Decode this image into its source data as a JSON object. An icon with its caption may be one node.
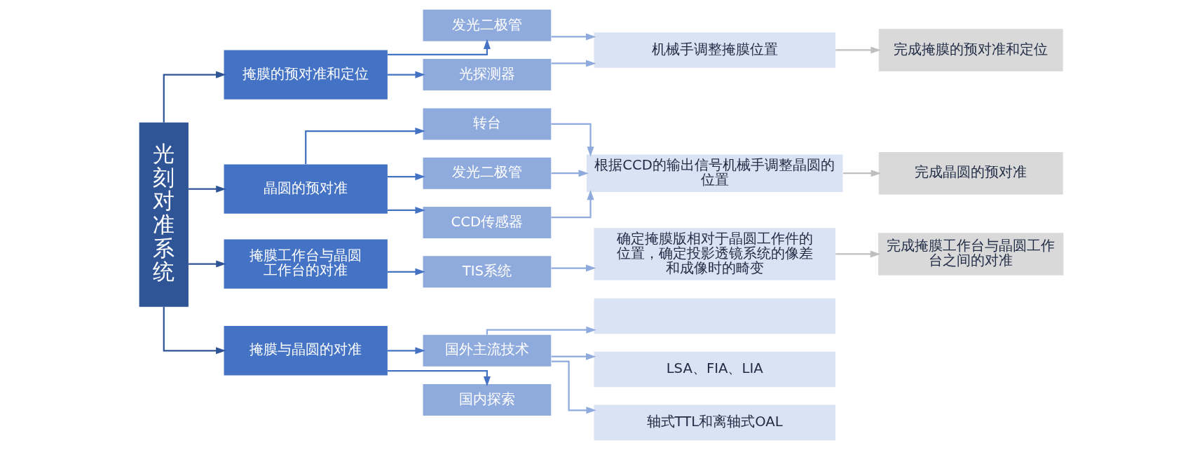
{
  "diagram": {
    "nodes": [
      {
        "text": [
          "光刻对准系统"
        ]
      },
      {
        "text": [
          "掩膜的预对准和定位"
        ]
      },
      {
        "text": [
          "发光二极管"
        ]
      },
      {
        "text": [
          "光探测器"
        ]
      },
      {
        "text": [
          "机械手调整掩膜位置"
        ]
      },
      {
        "text": [
          "完成掩膜的预对准和定位"
        ]
      },
      {
        "text": [
          "晶圆的预对准"
        ]
      },
      {
        "text": [
          "转台"
        ]
      },
      {
        "text": [
          "发光二极管"
        ]
      },
      {
        "text": [
          "CCD传感器"
        ]
      },
      {
        "text": [
          "根据CCD的输出信号机械手调整晶圆的位置"
        ]
      },
      {
        "text": [
          "完成晶圆的预对准"
        ]
      },
      {
        "text": [
          "掩膜工作台与晶圆工作台的对准"
        ]
      },
      {
        "text": [
          "TIS系统"
        ]
      },
      {
        "text": [
          "确定掩膜版相对于晶圆工作件的位置，确定投影透镜系统的像差和成像时的畸变"
        ]
      },
      {
        "text": [
          "完成掩膜工作台与晶圆工作台之间的对准"
        ]
      },
      {
        "text": [
          "掩膜与晶圆的对准"
        ]
      },
      {
        "text": [
          "国外主流技术"
        ]
      },
      {
        "text": [
          "国内探索"
        ]
      },
      {
        "text": [],
        "shape": "box"
      },
      {
        "text": [
          "LSA、FIA、LIA"
        ]
      },
      {
        "text": [
          "轴式TTL和离轴式OAL"
        ]
      }
    ],
    "edges": [
      {
        "from": 0,
        "to": 1,
        "arrow": "to",
        "color": "#2f5597"
      },
      {
        "from": 0,
        "to": 6,
        "arrow": "to",
        "color": "#2f5597"
      },
      {
        "from": 0,
        "to": 12,
        "arrow": "to",
        "color": "#2f5597"
      },
      {
        "from": 0,
        "to": 16,
        "arrow": "to",
        "color": "#2f5597"
      },
      {
        "from": 1,
        "to": 2,
        "arrow": "to",
        "color": "#4472c4"
      },
      {
        "from": 1,
        "to": 3,
        "arrow": "to",
        "color": "#4472c4"
      },
      {
        "from": 2,
        "to": 4,
        "arrow": "to"
      },
      {
        "from": 3,
        "to": 4,
        "arrow": "to"
      },
      {
        "from": 4,
        "to": 5,
        "arrow": "to",
        "color": "#bfbfbf"
      },
      {
        "from": 6,
        "to": 7,
        "arrow": "to",
        "color": "#4472c4"
      },
      {
        "from": 6,
        "to": 8,
        "arrow": "to",
        "color": "#4472c4"
      },
      {
        "from": 6,
        "to": 9,
        "arrow": "to",
        "color": "#4472c4"
      },
      {
        "from": 7,
        "to": 10,
        "arrow": "to"
      },
      {
        "from": 8,
        "to": 10,
        "arrow": "to"
      },
      {
        "from": 9,
        "to": 10,
        "arrow": "to"
      },
      {
        "from": 10,
        "to": 11,
        "arrow": "to",
        "color": "#bfbfbf"
      },
      {
        "from": 12,
        "to": 13,
        "arrow": "to",
        "color": "#4472c4"
      },
      {
        "from": 13,
        "to": 14,
        "arrow": "to"
      },
      {
        "from": 14,
        "to": 15,
        "arrow": "to",
        "color": "#bfbfbf"
      },
      {
        "from": 16,
        "to": 17,
        "arrow": "to",
        "color": "#4472c4"
      },
      {
        "from": 16,
        "to": 18,
        "arrow": "to",
        "color": "#4472c4"
      },
      {
        "from": 17,
        "to": 19,
        "arrow": "to"
      },
      {
        "from": 17,
        "to": 20,
        "arrow": "to"
      },
      {
        "from": 17,
        "to": 21,
        "arrow": "to"
      }
    ]
  }
}
